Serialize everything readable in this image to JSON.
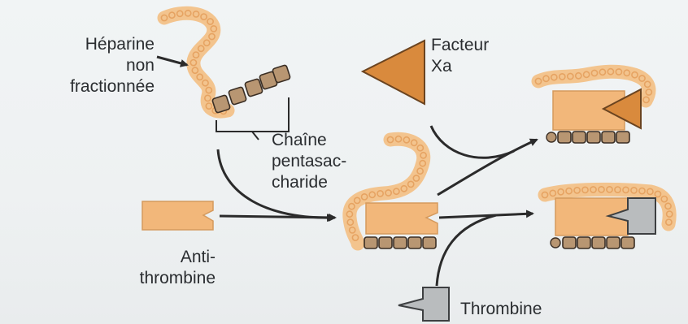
{
  "labels": {
    "heparin": [
      "Héparine",
      "non",
      "fractionnée"
    ],
    "pentasaccharide": [
      "Chaîne",
      "pentasac-",
      "charide"
    ],
    "antithrombin": [
      "Anti-",
      "thrombine"
    ],
    "factor_xa": [
      "Facteur",
      "Xa"
    ],
    "thrombin": "Thrombine"
  },
  "colors": {
    "heparin_fill": "#f3c48e",
    "heparin_bead": "#e6a362",
    "pentasaccharide_block": "#b89672",
    "antithrombin": "#f2b77a",
    "factor_xa": "#d98a3d",
    "thrombin": "#b9bcbe",
    "arrow": "#2b2b2b"
  },
  "icons": {
    "heparin": "bead-chain-icon",
    "pentasaccharide": "block-chain-icon",
    "antithrombin": "notched-block-icon",
    "factor_xa": "triangle-icon",
    "thrombin": "pentagon-pointer-icon",
    "arrow": "arrow-icon"
  }
}
